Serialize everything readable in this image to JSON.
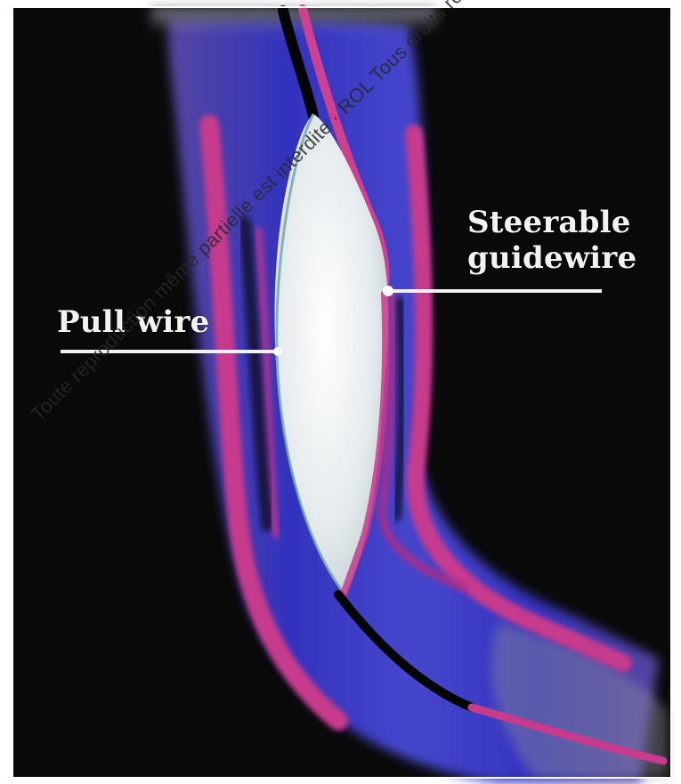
{
  "labels": {
    "pull_wire": "Pull wire",
    "steerable_line1": "Steerable",
    "steerable_line2": "guidewire"
  },
  "watermark": {
    "text": "Toute reproduction même partielle est interdite · ROL Tous droits réservés"
  },
  "colors": {
    "background": "#0a0a0a",
    "vessel_blue": "#3b3bd6",
    "vessel_magenta": "#c73a8c",
    "balloon": "#e6ecee",
    "label": "#f2f2f2"
  }
}
